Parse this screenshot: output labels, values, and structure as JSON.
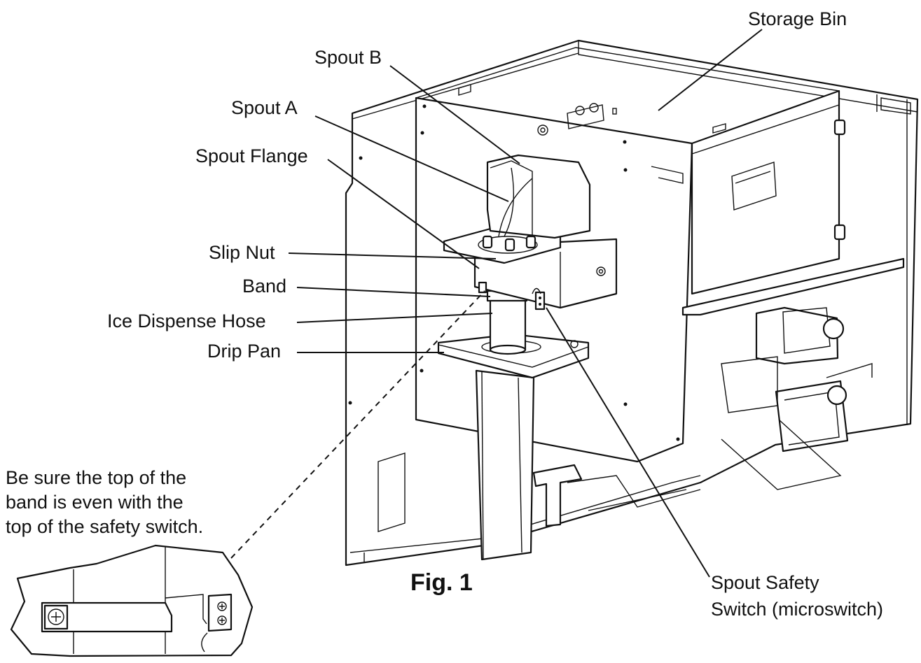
{
  "figure": {
    "caption": "Fig. 1",
    "callouts": {
      "storage_bin": "Storage Bin",
      "spout_b": "Spout B",
      "spout_a": "Spout A",
      "spout_flange": "Spout Flange",
      "slip_nut": "Slip Nut",
      "band": "Band",
      "ice_dispense_hose": "Ice Dispense Hose",
      "drip_pan": "Drip Pan",
      "spout_safety_switch_line1": "Spout Safety",
      "spout_safety_switch_line2": "Switch (microswitch)"
    },
    "note": {
      "line1": "Be sure the top of the",
      "line2": "band is even with the",
      "line3": "top of the safety switch."
    }
  }
}
